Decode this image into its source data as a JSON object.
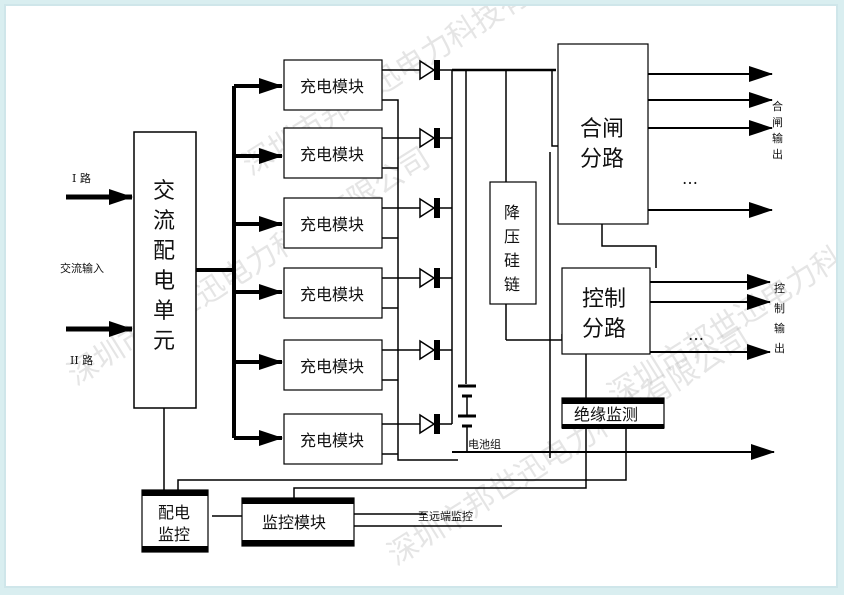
{
  "diagram": {
    "ac_input": {
      "line1": "I 路",
      "label": "交流输入",
      "line2": "II 路"
    },
    "ac_unit": {
      "chars": [
        "交",
        "流",
        "配",
        "电",
        "单",
        "元"
      ]
    },
    "charging_modules": [
      "充电模块",
      "充电模块",
      "充电模块",
      "充电模块",
      "充电模块",
      "充电模块"
    ],
    "step_down": {
      "chars": [
        "降",
        "压",
        "硅",
        "链"
      ]
    },
    "battery_label": "电池组",
    "closing_branch": {
      "line1": "合闸",
      "line2": "分路"
    },
    "closing_output": {
      "chars": [
        "合",
        "闸",
        "输",
        "出"
      ],
      "ellipsis": "…"
    },
    "control_branch": {
      "line1": "控制",
      "line2": "分路"
    },
    "control_output": {
      "chars": [
        "控",
        "制",
        "输",
        "出"
      ],
      "ellipsis": "…"
    },
    "insulation": "绝缘监测",
    "power_monitor": {
      "line1": "配电",
      "line2": "监控"
    },
    "monitor_module": "监控模块",
    "remote": "至远端监控",
    "watermark": "深圳市邦世迅电力科技有限公司"
  }
}
